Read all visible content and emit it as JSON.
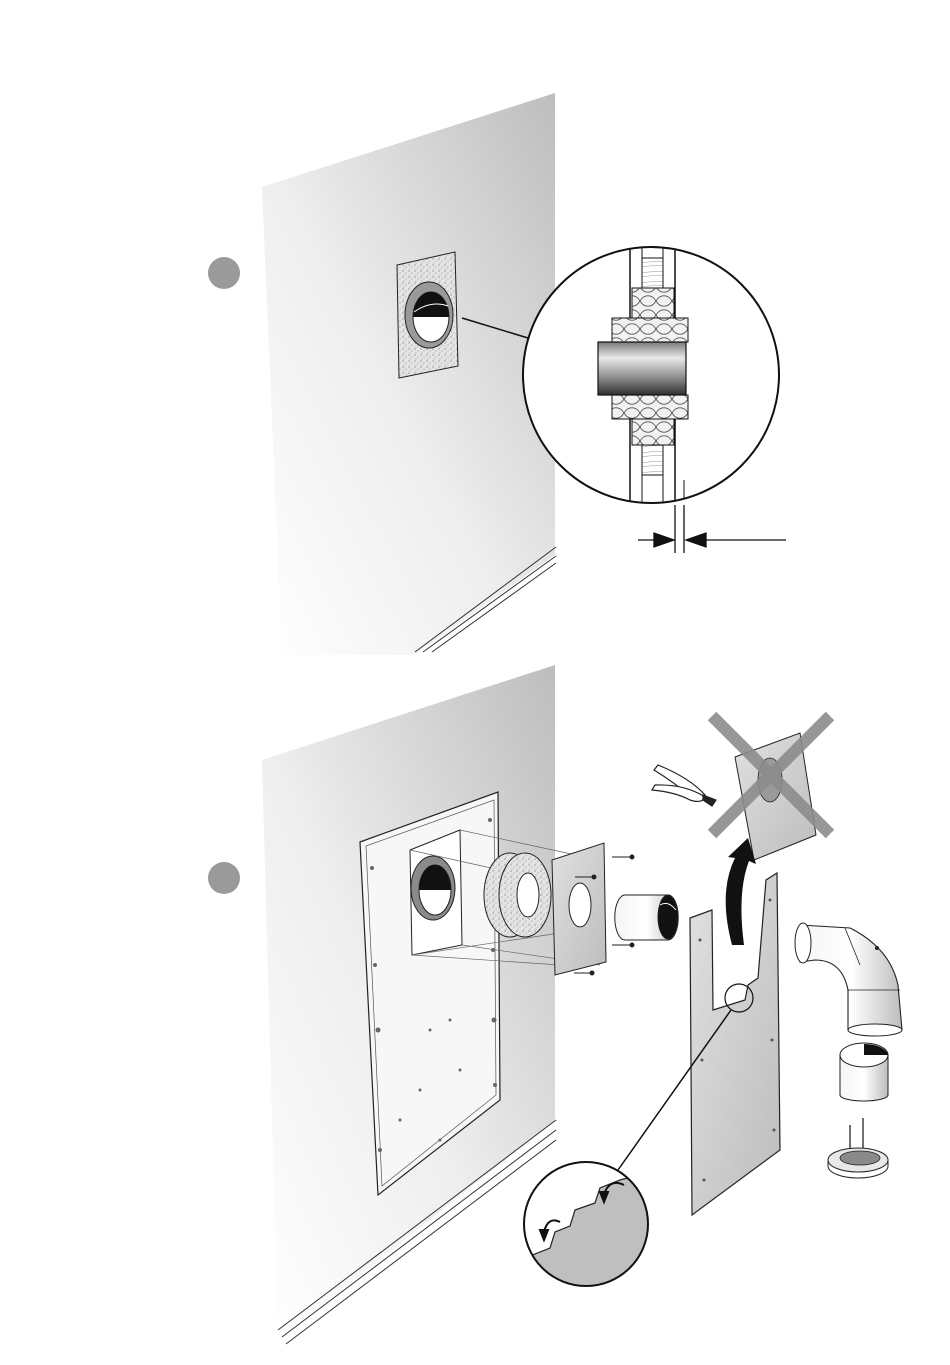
{
  "figure": {
    "steps": [
      {
        "id": "step-1",
        "marker_icon": "step-marker-dot",
        "description": "wall-sleeve-installed"
      },
      {
        "id": "step-2",
        "marker_icon": "step-marker-dot",
        "description": "exploded-assembly"
      }
    ],
    "colors": {
      "wall_light": "#f4f4f4",
      "wall_dark": "#c8c8c8",
      "marker": "#9a9a9a",
      "line": "#1a1a1a",
      "cross": "#8c8c8c",
      "insulation": "#e6e6e6"
    },
    "icons": {
      "pliers": "pliers-icon",
      "curved_arrow": "curved-arrow-icon",
      "cross_out": "cross-out-icon",
      "dimension_arrows": "dimension-arrow-icon",
      "fold_arrows": "fold-arrow-icon"
    }
  }
}
